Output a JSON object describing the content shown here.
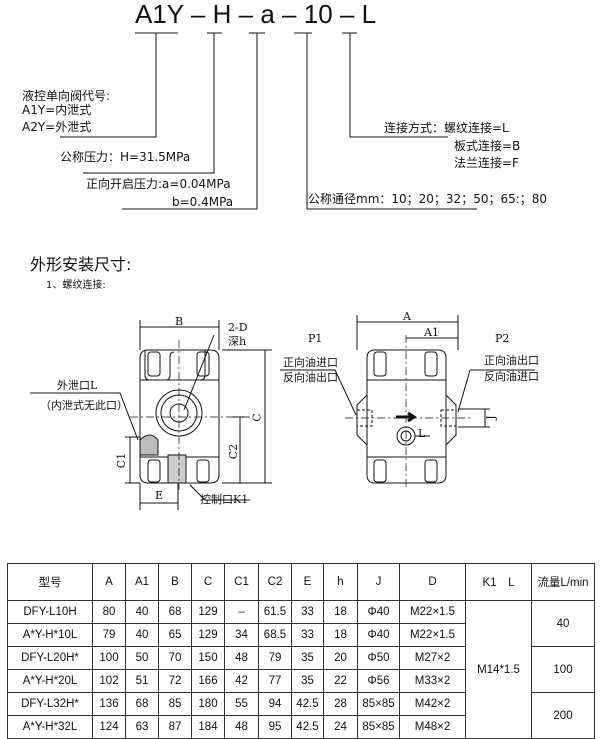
{
  "model_code": {
    "parts": [
      "A1Y",
      "H",
      "a",
      "10",
      "L"
    ],
    "separator": "–",
    "valve_code": {
      "title": "液控单向阀代号:",
      "lines": [
        "A1Y=内泄式",
        "A2Y=外泄式"
      ]
    },
    "nominal_pressure": "公称压力：H=31.5MPa",
    "opening_pressure": {
      "line1": "正向开启压力:a=0.04MPa",
      "line2": "b=0.4MPa"
    },
    "nominal_diameter": "公称通径mm：10；20；32；50；65:；80",
    "connection": {
      "line1": "连接方式：螺纹连接=L",
      "line2": "板式连接=B",
      "line3": "法兰连接=F"
    }
  },
  "section": {
    "title": "外形安装尺寸:",
    "subtitle": "1、螺纹连接:"
  },
  "diagram": {
    "labels": {
      "B": "B",
      "two_d": "2-D",
      "depth_h": "深h",
      "drain": "外泄口L",
      "drain_note": "（内泄式无此口）",
      "C": "C",
      "C1": "C1",
      "C2": "C2",
      "E": "E",
      "control": "控制口K1",
      "A": "A",
      "A1": "A1",
      "P1": "P1",
      "P1_l1": "正向油进口",
      "P1_l2": "反向油出口",
      "P2": "P2",
      "P2_l1": "正向油出口",
      "P2_l2": "反向油进口",
      "J": "J",
      "L": "L"
    }
  },
  "table": {
    "headers": [
      "型号",
      "A",
      "A1",
      "B",
      "C",
      "C1",
      "C2",
      "E",
      "h",
      "J",
      "D",
      "K1　L",
      "流量L/min"
    ],
    "rows": [
      [
        "DFY-L10H",
        "80",
        "40",
        "68",
        "129",
        "–",
        "61.5",
        "33",
        "18",
        "Φ40",
        "M22×1.5"
      ],
      [
        "A*Y-H*10L",
        "79",
        "40",
        "65",
        "129",
        "34",
        "68.5",
        "33",
        "18",
        "Φ40",
        "M22×1.5"
      ],
      [
        "DFY-L20H*",
        "100",
        "50",
        "70",
        "150",
        "48",
        "79",
        "35",
        "20",
        "Φ50",
        "M27×2"
      ],
      [
        "A*Y-H*20L",
        "102",
        "51",
        "72",
        "166",
        "42",
        "77",
        "35",
        "22",
        "Φ56",
        "M33×2"
      ],
      [
        "DFY-L32H*",
        "136",
        "68",
        "85",
        "180",
        "55",
        "94",
        "42.5",
        "28",
        "85×85",
        "M42×2"
      ],
      [
        "A*Y-H*32L",
        "124",
        "63",
        "87",
        "184",
        "48",
        "95",
        "42.5",
        "24",
        "85×85",
        "M48×2"
      ]
    ],
    "k1_l": "M14*1.5",
    "flow": [
      "40",
      "100",
      "200"
    ]
  }
}
